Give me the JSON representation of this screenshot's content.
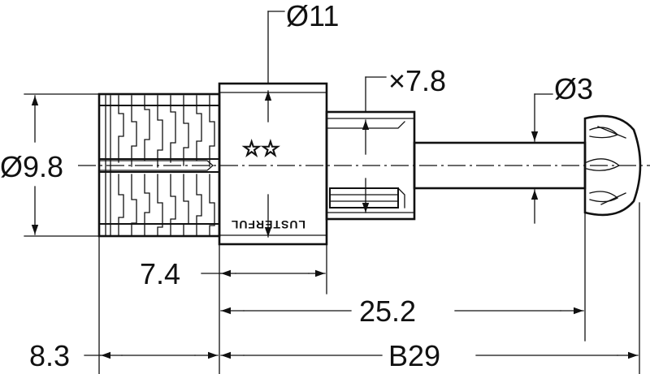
{
  "drawing": {
    "brand_mark": "LUSTERFUL",
    "stars": "☆☆",
    "dimensions": {
      "head_diameter": "Ø11",
      "collar_diameter": "×7.8",
      "pin_diameter": "Ø3",
      "thread_diameter": "Ø9.8",
      "head_length": "7.4",
      "body_to_tip": "25.2",
      "thread_length": "8.3",
      "total_length": "B29"
    }
  }
}
